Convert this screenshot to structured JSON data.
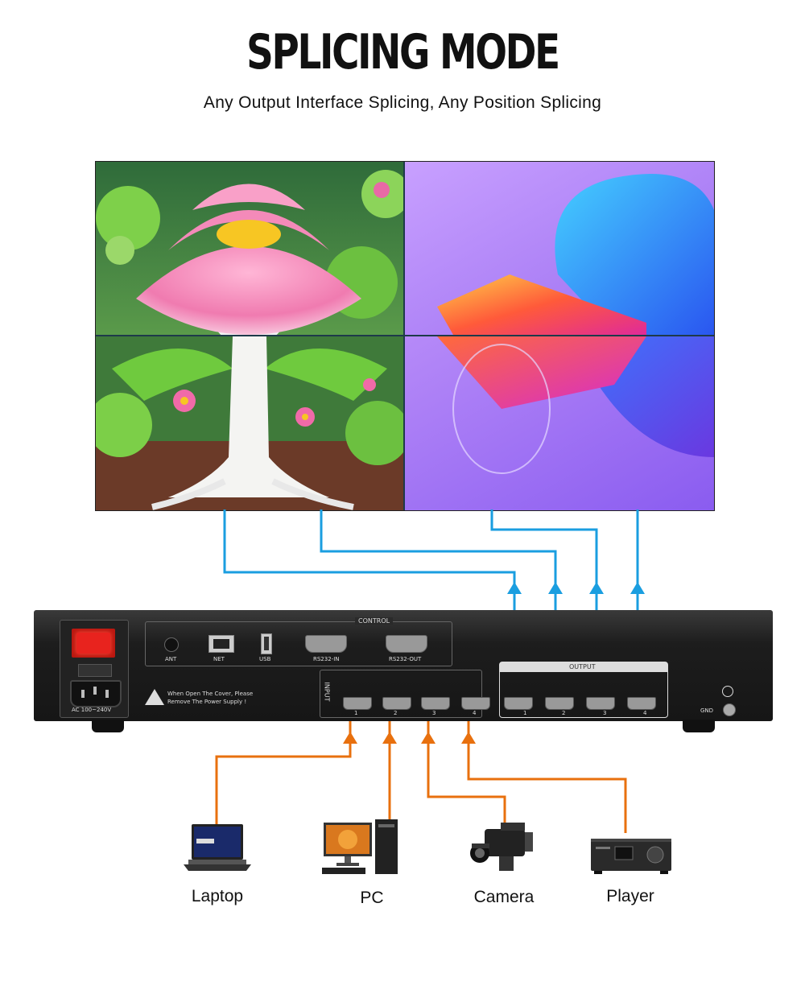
{
  "title": "SPLICING MODE",
  "subtitle": "Any Output Interface Splicing, Any Position Splicing",
  "device": {
    "control_label": "CONTROL",
    "input_label": "INPUT",
    "output_label": "OUTPUT",
    "port_labels": {
      "ant": "ANT",
      "net": "NET",
      "usb": "USB",
      "rs232_in": "RS232-IN",
      "rs232_out": "RS232-OUT",
      "power": "AC 100~240V",
      "gnd": "GND"
    },
    "warning": [
      "When Open The Cover, Please",
      "Remove The Power Supply !"
    ],
    "input_numbers": [
      "1",
      "2",
      "3",
      "4"
    ],
    "output_numbers": [
      "1",
      "2",
      "3",
      "4"
    ]
  },
  "sources": [
    {
      "label": "Laptop",
      "icon": "laptop-icon"
    },
    {
      "label": "PC",
      "icon": "desktop-pc-icon"
    },
    {
      "label": "Camera",
      "icon": "camcorder-icon"
    },
    {
      "label": "Player",
      "icon": "media-player-icon"
    }
  ],
  "colors": {
    "output_line": "#1a9ee0",
    "input_line": "#e8700e",
    "power_switch": "#e8231e"
  }
}
